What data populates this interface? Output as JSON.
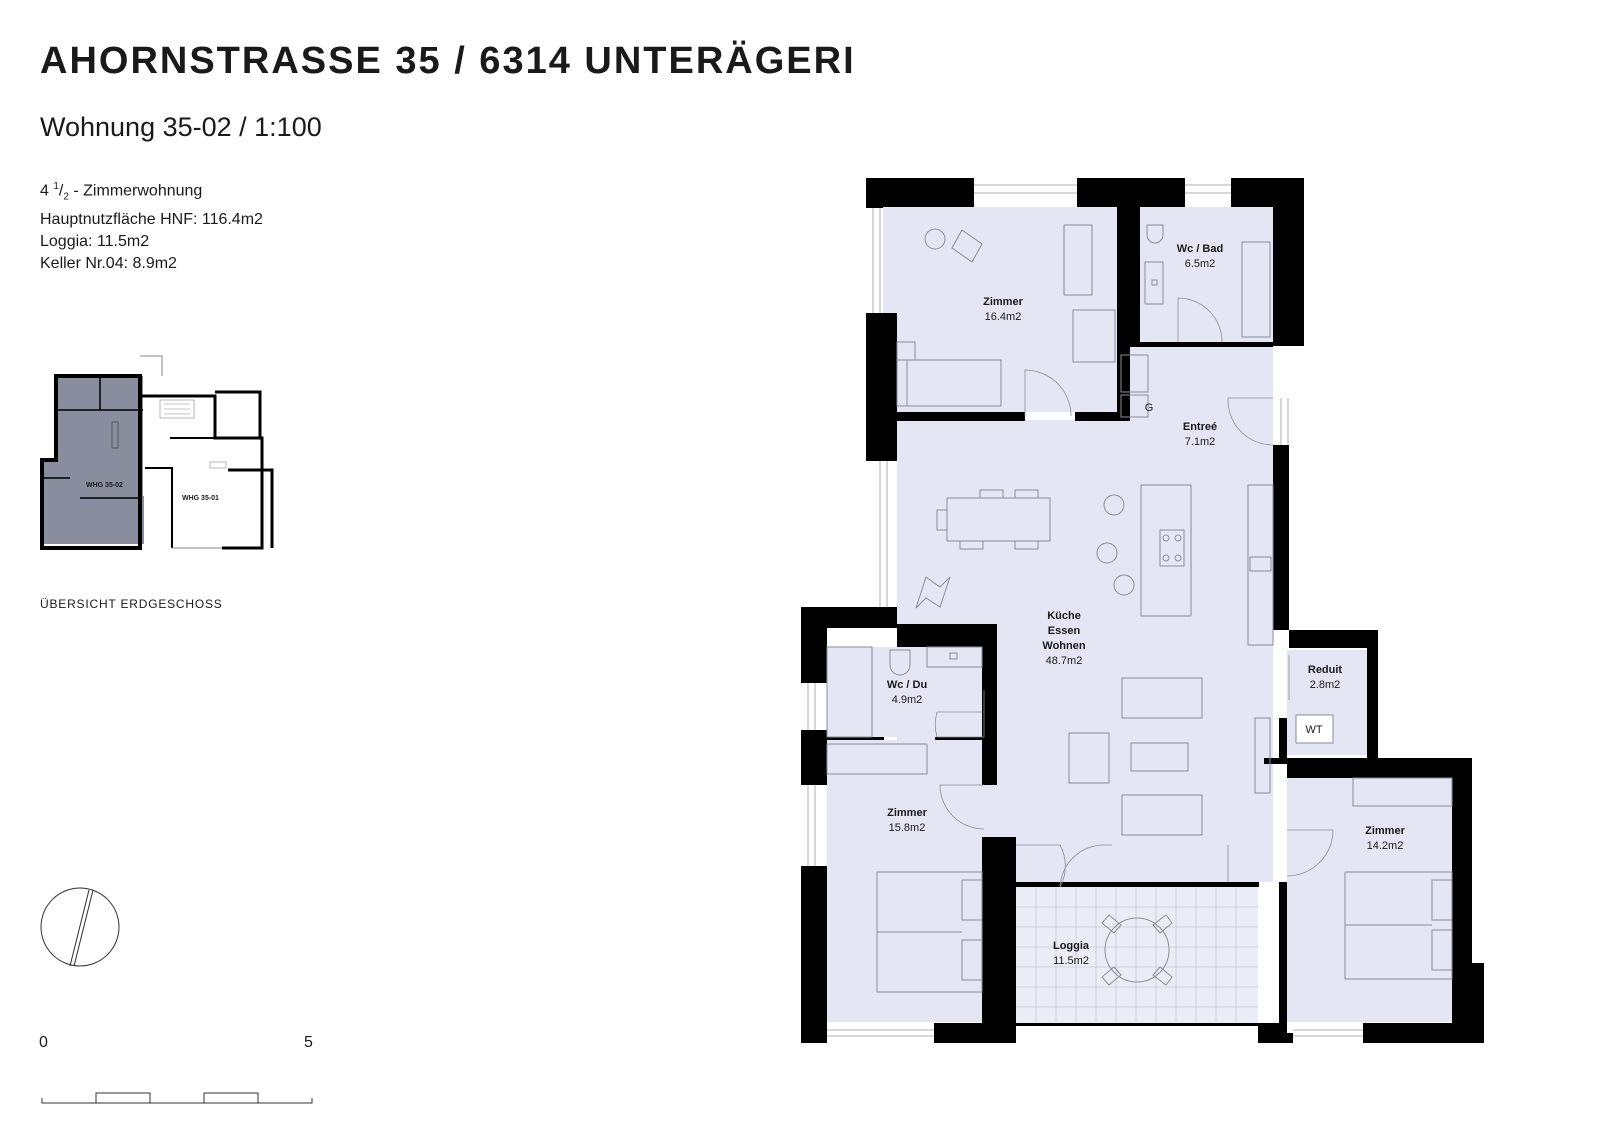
{
  "header": {
    "title": "AHORNSTRASSE 35 / 6314 UNTERÄGERI",
    "subtitle": "Wohnung 35-02 / 1:100"
  },
  "info": {
    "rooms_prefix": "4",
    "rooms_num": "1",
    "rooms_den": "2",
    "rooms_suffix": " - Zimmerwohnung",
    "hnf": "Hauptnutzfläche HNF: 116.4m2",
    "loggia": "Loggia: 11.5m2",
    "keller": "Keller Nr.04: 8.9m2"
  },
  "overview": {
    "label": "ÜBERSICHT ERDGESCHOSS",
    "unit_a": "WHG 35-02",
    "unit_b": "WHG 35-01"
  },
  "scale": {
    "start": "0",
    "end": "5"
  },
  "rooms": {
    "zimmer_nw": {
      "name": "Zimmer",
      "area": "16.4m2"
    },
    "wc_bad": {
      "name": "Wc / Bad",
      "area": "6.5m2"
    },
    "entree": {
      "name": "Entreé",
      "area": "7.1m2"
    },
    "kueche": {
      "line1": "Küche",
      "line2": "Essen",
      "line3": "Wohnen",
      "area": "48.7m2"
    },
    "wc_du": {
      "name": "Wc / Du",
      "area": "4.9m2"
    },
    "reduit": {
      "name": "Reduit",
      "area": "2.8m2",
      "wt": "WT"
    },
    "zimmer_sw": {
      "name": "Zimmer",
      "area": "15.8m2"
    },
    "loggia": {
      "name": "Loggia",
      "area": "11.5m2"
    },
    "zimmer_se": {
      "name": "Zimmer",
      "area": "14.2m2"
    }
  },
  "symbols": {
    "gas": "G"
  },
  "colors": {
    "floor": "#e4e6f4",
    "wall": "#000000",
    "overview_unit": "#8a8d9e",
    "furniture": "#8a8c9c"
  }
}
